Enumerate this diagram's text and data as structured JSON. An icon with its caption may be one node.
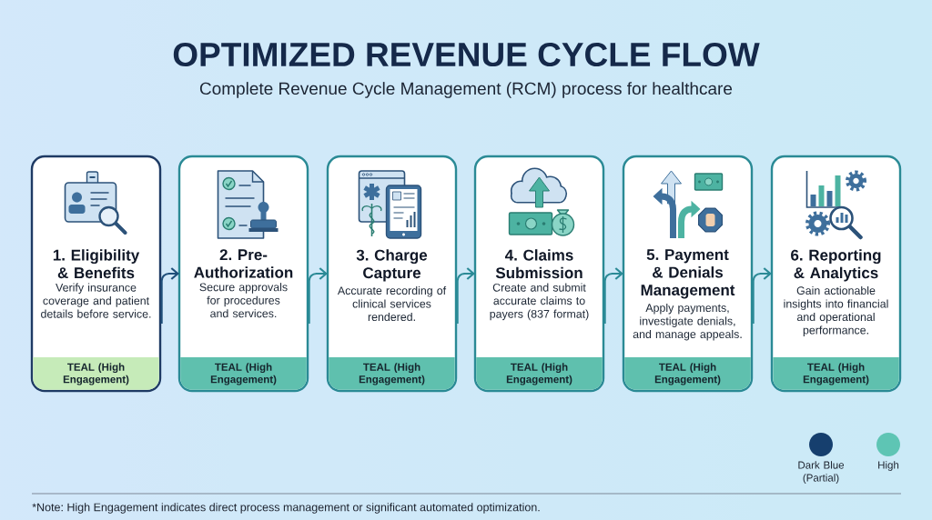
{
  "diagram": {
    "title": "OPTIMIZED REVENUE CYCLE FLOW",
    "nodes": [
      {
        "text": [
          "1. Eligibility & Benefits",
          "Verify insurance coverage and patient details before service."
        ]
      },
      {
        "text": [
          "TEAL (High Engagement)"
        ],
        "in": 0
      },
      {
        "text": [
          "2. Pre-Authorization",
          "Secure approvals for procedures and services."
        ]
      },
      {
        "text": [
          "TEAL (High Engagement)"
        ],
        "in": 2
      },
      {
        "text": [
          "3. Charge Capture",
          "Accurate recording of clinical services rendered."
        ]
      },
      {
        "text": [
          "TEAL (High Engagement)"
        ],
        "in": 4
      },
      {
        "text": [
          "4. Claims Submission",
          "Create and submit accurate claims to payers (837 format)"
        ]
      },
      {
        "text": [
          "TEAL (High Engagement)"
        ],
        "in": 6
      },
      {
        "text": [
          "5. Payment & Denials Management",
          "Apply payments, investigate denials, and manage appeals."
        ]
      },
      {
        "text": [
          "TEAL (High Engagement)"
        ],
        "in": 8
      },
      {
        "text": [
          "6. Reporting & Analytics",
          "Gain actionable insights into financial and operational performance."
        ]
      },
      {
        "text": [
          "TEAL (High Engagement)"
        ],
        "in": 10
      }
    ],
    "edges": [
      {
        "from": 0,
        "to": 2,
        "arrow": "to",
        "color": "#1f4f7b"
      },
      {
        "from": 2,
        "to": 4,
        "arrow": "to"
      },
      {
        "from": 4,
        "to": 6,
        "arrow": "to"
      },
      {
        "from": 6,
        "to": 8,
        "arrow": "to"
      },
      {
        "from": 8,
        "to": 10,
        "arrow": "to"
      }
    ],
    "labels": [
      "Complete Revenue Cycle Management (RCM) process for healthcare",
      "*Note: High Engagement indicates direct process management or significant automated optimization."
    ],
    "legend": [
      {
        "text": "Dark Blue (Partial)",
        "color": "#163f6e"
      },
      {
        "text": "High",
        "color": "#5ec5b4"
      }
    ]
  }
}
